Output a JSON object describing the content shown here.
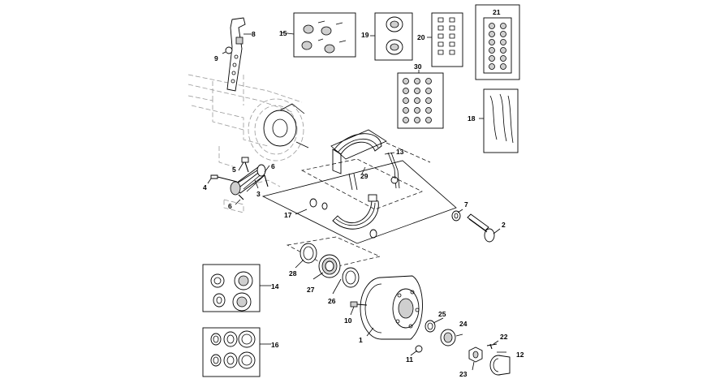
{
  "diagram": {
    "labels": {
      "p1": "1",
      "p2": "2",
      "p3": "3",
      "p4": "4",
      "p5": "5",
      "p6a": "6",
      "p6b": "6",
      "p7": "7",
      "p8": "8",
      "p9": "9",
      "p10": "10",
      "p11": "11",
      "p12": "12",
      "p13": "13",
      "p14": "14",
      "p15": "15",
      "p16": "16",
      "p17": "17",
      "p18": "18",
      "p19": "19",
      "p20": "20",
      "p21": "21",
      "p22": "22",
      "p23": "23",
      "p24": "24",
      "p25": "25",
      "p26": "26",
      "p27": "27",
      "p28": "28",
      "p29": "29",
      "p30": "30"
    }
  }
}
